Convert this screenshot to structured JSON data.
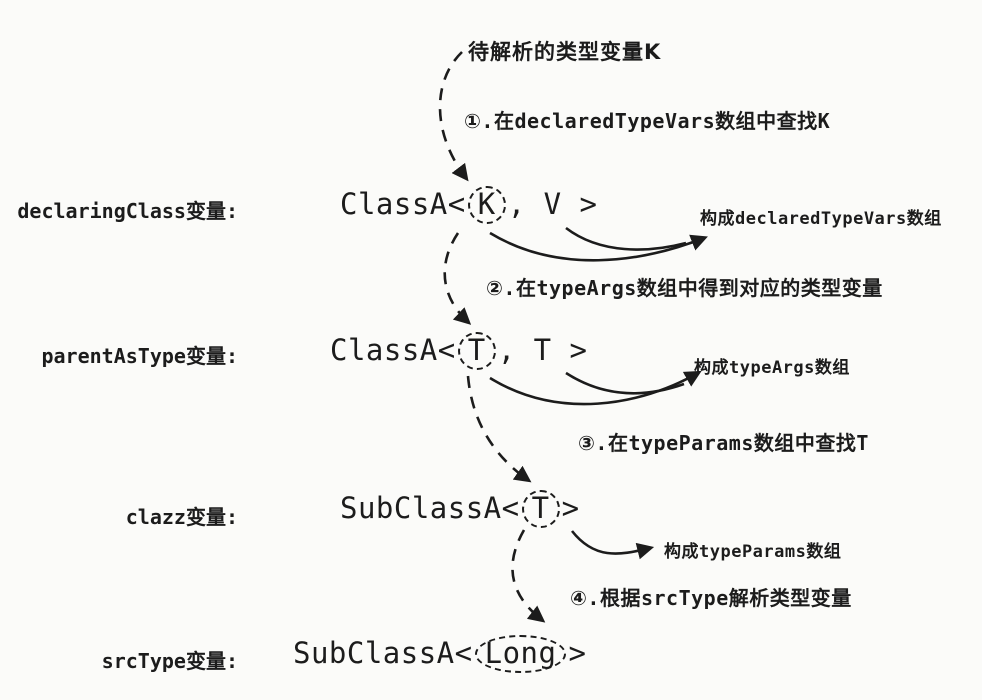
{
  "colors": {
    "ink": "#1c1c1c",
    "paper": "#fbfbf9"
  },
  "top_label": "待解析的类型变量K",
  "steps": [
    {
      "label": "①.在declaredTypeVars数组中查找K"
    },
    {
      "label": "②.在typeArgs数组中得到对应的类型变量"
    },
    {
      "label": "③.在typeParams数组中查找T"
    },
    {
      "label": "④.根据srcType解析类型变量"
    }
  ],
  "rows": [
    {
      "label": "declaringClass变量:",
      "code_pre": "ClassA<",
      "code_highlight": "K",
      "code_post": ", V >",
      "annotation": "构成declaredTypeVars数组"
    },
    {
      "label": "parentAsType变量:",
      "code_pre": "ClassA<",
      "code_highlight": "T",
      "code_post": ", T >",
      "annotation": "构成typeArgs数组"
    },
    {
      "label": "clazz变量:",
      "code_pre": "SubClassA<",
      "code_highlight": "T",
      "code_post": ">",
      "annotation": "构成typeParams数组"
    },
    {
      "label": "srcType变量:",
      "code_pre": "SubClassA<",
      "code_highlight": "Long",
      "code_post": ">"
    }
  ]
}
